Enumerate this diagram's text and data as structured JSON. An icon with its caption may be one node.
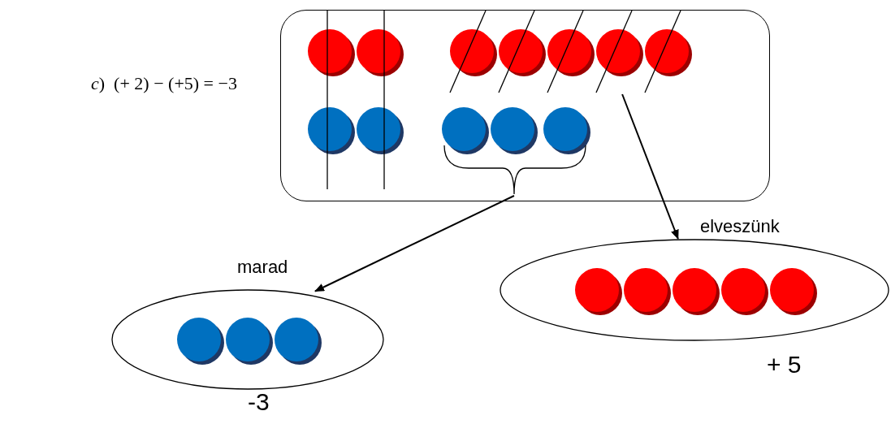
{
  "diagram": {
    "nodes": [
      {
        "text": [],
        "shape": "box"
      },
      {
        "text": [],
        "shape": "circle",
        "in": 0
      },
      {
        "text": [],
        "shape": "circle",
        "in": 0
      },
      {
        "text": [],
        "shape": "ellipse",
        "beside": [
          "-3"
        ]
      },
      {
        "text": [],
        "shape": "ellipse",
        "beside": [
          "+ 5"
        ]
      }
    ],
    "edges": [
      {
        "from": 2,
        "to": 3,
        "arrow": "to",
        "label": "marad"
      },
      {
        "from": 1,
        "to": 4,
        "arrow": "to",
        "label": "elveszünk"
      }
    ],
    "labels": [
      "*c*)  (+ 2) − (+5) = −3"
    ]
  }
}
